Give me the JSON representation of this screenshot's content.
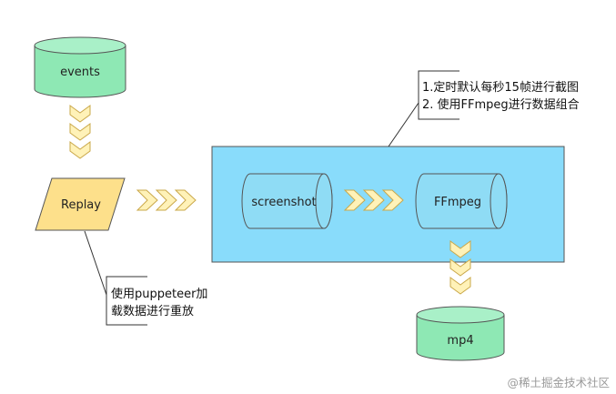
{
  "nodes": {
    "events": "events",
    "replay": "Replay",
    "screenshot": "screenshot",
    "ffmpeg": "FFmpeg",
    "mp4": "mp4"
  },
  "notes": {
    "capture": [
      "1.定时默认每秒15帧进行截图",
      "2. 使用FFmpeg进行数据组合"
    ],
    "replay": [
      "使用puppeteer加",
      "载数据进行重放"
    ]
  },
  "watermark": "@稀土掘金技术社区",
  "colors": {
    "cylinder_fill": "#8ee8b4",
    "cylinder_top": "#a9f0c8",
    "container_fill": "#89dcfb",
    "container_cylinder": "#8fdcf5",
    "replay_fill": "#fde08b",
    "arrow_fill": "#fff2b8",
    "arrow_stroke": "#caa84a",
    "stroke": "#555555"
  }
}
